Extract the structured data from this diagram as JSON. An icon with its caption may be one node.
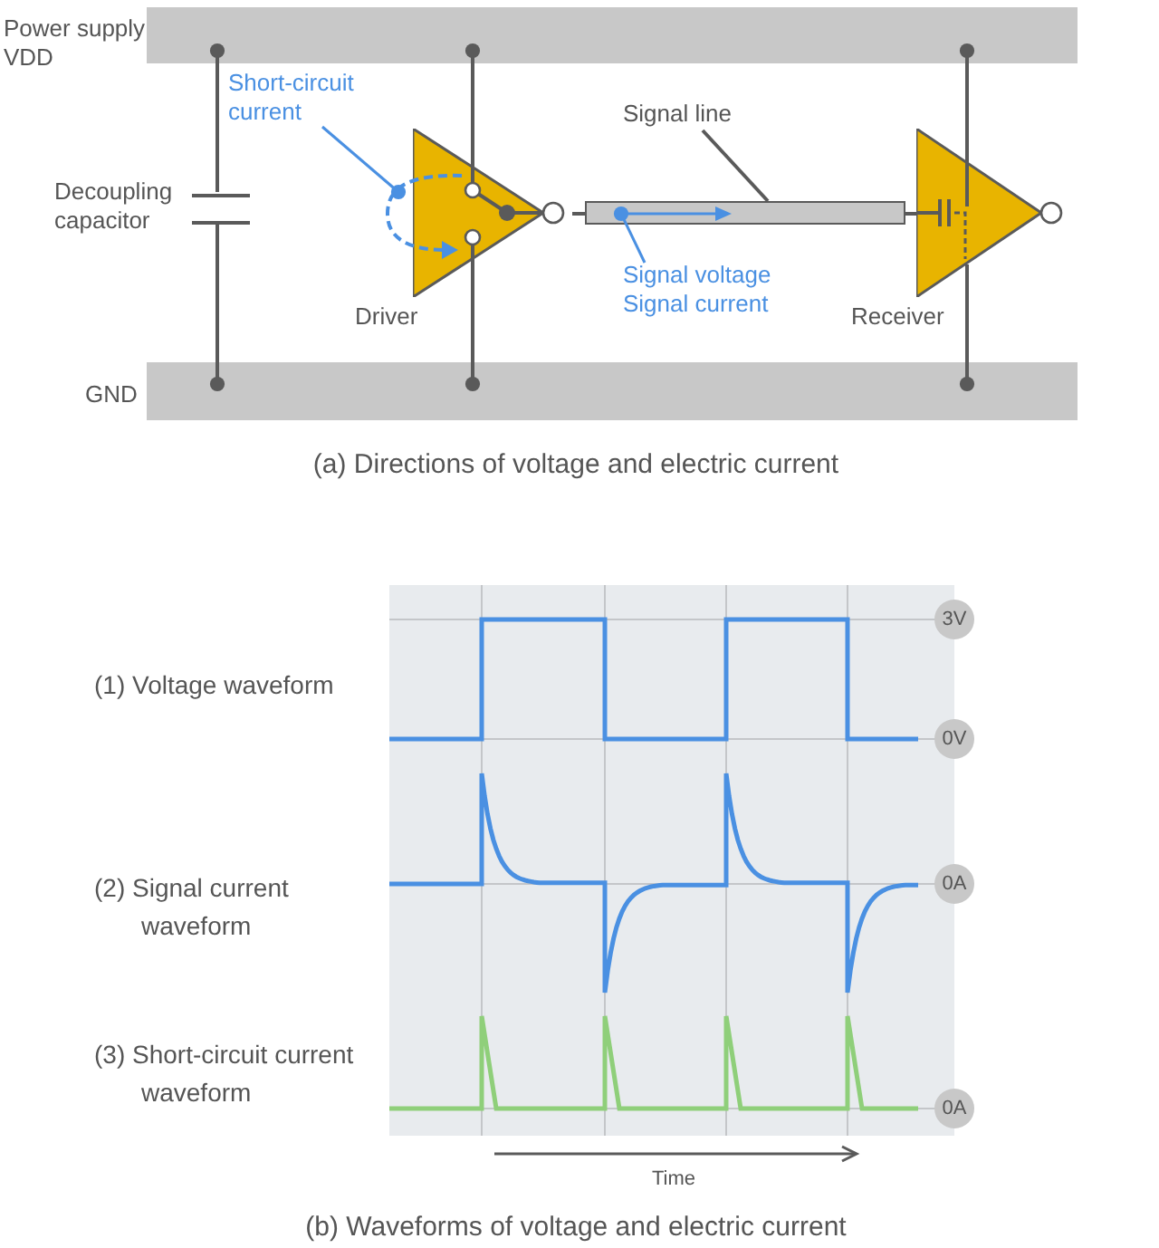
{
  "diagram": {
    "nodes": [
      {
        "text": [
          "Power supply VDD"
        ]
      },
      {
        "text": [
          "Decoupling capacitor"
        ]
      },
      {
        "text": [
          "Short-circuit current"
        ]
      },
      {
        "text": [
          "Driver"
        ]
      },
      {
        "text": [
          "Signal line"
        ]
      },
      {
        "text": [],
        "shape": "bar"
      },
      {
        "text": [
          "Signal voltage",
          "Signal current"
        ]
      },
      {
        "text": [
          "Receiver"
        ]
      },
      {
        "text": [
          "GND"
        ]
      }
    ],
    "edges": [
      {
        "from": 1,
        "to": 0,
        "arrow": "other"
      },
      {
        "from": 1,
        "to": 8,
        "arrow": "other"
      },
      {
        "from": 3,
        "to": 0,
        "arrow": "other"
      },
      {
        "from": 3,
        "to": 8,
        "arrow": "other"
      },
      {
        "from": 7,
        "to": 0,
        "arrow": "other"
      },
      {
        "from": 7,
        "to": 8,
        "arrow": "other"
      },
      {
        "from": 3,
        "to": 5,
        "arrow": "none"
      },
      {
        "from": 5,
        "to": 7,
        "arrow": "none"
      },
      {
        "from": 4,
        "to": 5,
        "arrow": "none"
      },
      {
        "from": 2,
        "to": 3,
        "arrow": "other",
        "color": "#4a90e2"
      },
      {
        "from": 6,
        "to": 5,
        "arrow": "other",
        "color": "#4a90e2"
      }
    ],
    "labels": [
      "(a) Directions of voltage and electric current",
      "(1) Voltage waveform",
      "3V",
      "0V",
      "(2) Signal current waveform",
      "0A",
      "(3) Short-circuit current waveform",
      "0A",
      "Time",
      "(b) Waveforms of voltage and electric current"
    ]
  }
}
